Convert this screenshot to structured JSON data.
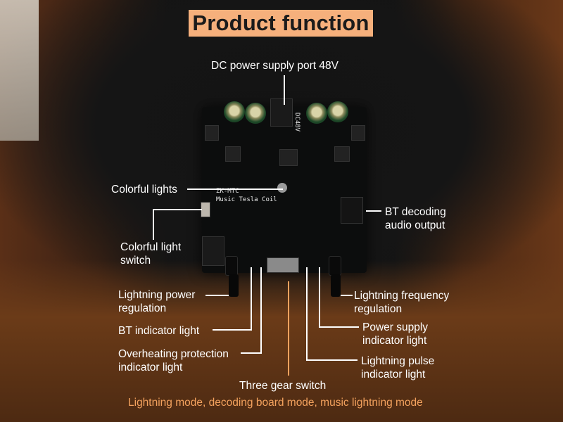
{
  "title": "Product function",
  "board": {
    "silk_model": "ZK-MTC",
    "silk_name": "Music Tesla Coil",
    "silk_dc": "DC48V"
  },
  "labels": {
    "dc_port": "DC power supply port 48V",
    "colorful_lights": "Colorful lights",
    "colorful_light_switch_1": "Colorful light",
    "colorful_light_switch_2": "switch",
    "bt_decoding_1": "BT decoding",
    "bt_decoding_2": "audio output",
    "lightning_power_1": "Lightning power",
    "lightning_power_2": "regulation",
    "lightning_freq_1": "Lightning frequency",
    "lightning_freq_2": "regulation",
    "bt_indicator": "BT indicator light",
    "power_supply_1": "Power supply",
    "power_supply_2": "indicator light",
    "overheat_1": "Overheating protection",
    "overheat_2": "indicator light",
    "pulse_1": "Lightning pulse",
    "pulse_2": "indicator light",
    "three_gear": "Three gear switch",
    "modes": "Lightning mode, decoding board mode, music lightning mode"
  },
  "colors": {
    "accent": "#f4a25e",
    "title_bg": "#f6b07c"
  }
}
